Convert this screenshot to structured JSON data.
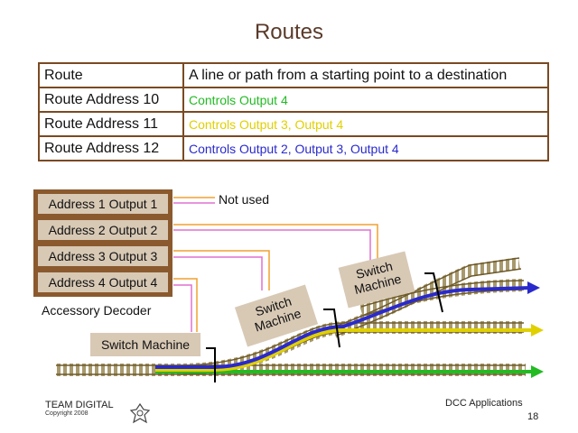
{
  "title": "Routes",
  "table": {
    "header": {
      "key": "Route",
      "value": "A line or path from a starting point to a destination"
    },
    "rows": [
      {
        "key": "Route Address 10",
        "value": "Controls Output 4",
        "color": "#22bb22"
      },
      {
        "key": "Route Address 11",
        "value": "Controls Output 3, Output 4",
        "color": "#e0d000"
      },
      {
        "key": "Route Address 12",
        "value": "Controls Output 2, Output 3, Output 4",
        "color": "#2a2acc"
      }
    ]
  },
  "decoder": {
    "outputs": [
      "Address 1 Output 1",
      "Address 2 Output 2",
      "Address 3 Output 3",
      "Address 4 Output 4"
    ],
    "label": "Accessory Decoder",
    "not_used": "Not used"
  },
  "switch_machines": {
    "left": "Switch Machine",
    "middle": "Switch Machine",
    "right": "Switch Machine"
  },
  "footer": {
    "company": "TEAM DIGITAL",
    "copyright": "Copyright 2008",
    "course": "DCC Applications",
    "page": "18"
  },
  "colors": {
    "frame": "#7a4a22",
    "output4": "#22bb22",
    "output3": "#e0d000",
    "output2": "#2a2acc",
    "wire_orange": "#f0a030",
    "wire_pink": "#e070d0"
  }
}
